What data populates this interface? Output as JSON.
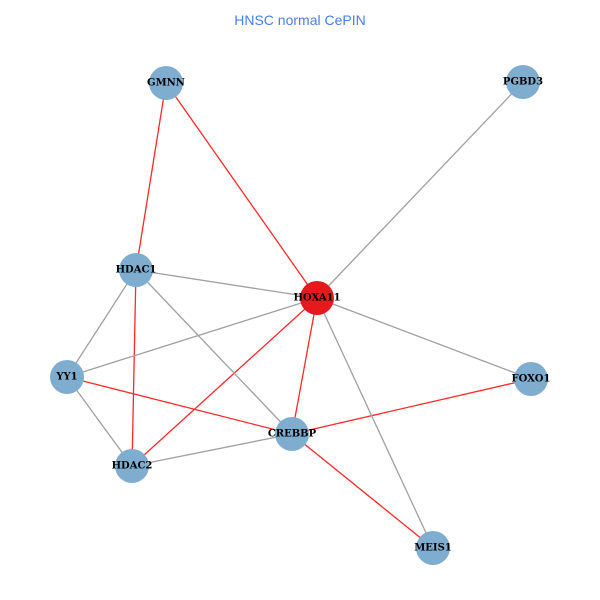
{
  "title": "HNSC normal CePIN",
  "colors": {
    "node_default": "#7fadd0",
    "node_highlight": "#e41a1c",
    "edge_red": "#ff2a2a",
    "edge_gray": "#a0a0a0",
    "title": "#4a7df0"
  },
  "nodes": [
    {
      "id": "GMNN",
      "label": "GMNN",
      "highlight": false
    },
    {
      "id": "PGBD3",
      "label": "PGBD3",
      "highlight": false
    },
    {
      "id": "HDAC1",
      "label": "HDAC1",
      "highlight": false
    },
    {
      "id": "HOXA11",
      "label": "HOXA11",
      "highlight": true
    },
    {
      "id": "YY1",
      "label": "YY1",
      "highlight": false
    },
    {
      "id": "FOXO1",
      "label": "FOXO1",
      "highlight": false
    },
    {
      "id": "CREBBP",
      "label": "CREBBP",
      "highlight": false
    },
    {
      "id": "HDAC2",
      "label": "HDAC2",
      "highlight": false
    },
    {
      "id": "MEIS1",
      "label": "MEIS1",
      "highlight": false
    }
  ],
  "edges": [
    {
      "source": "GMNN",
      "target": "HDAC1",
      "type": "red"
    },
    {
      "source": "GMNN",
      "target": "HOXA11",
      "type": "red"
    },
    {
      "source": "HDAC1",
      "target": "HDAC2",
      "type": "red"
    },
    {
      "source": "HOXA11",
      "target": "HDAC2",
      "type": "red"
    },
    {
      "source": "HOXA11",
      "target": "CREBBP",
      "type": "red"
    },
    {
      "source": "YY1",
      "target": "CREBBP",
      "type": "red"
    },
    {
      "source": "CREBBP",
      "target": "FOXO1",
      "type": "red"
    },
    {
      "source": "CREBBP",
      "target": "MEIS1",
      "type": "red"
    },
    {
      "source": "PGBD3",
      "target": "HOXA11",
      "type": "gray"
    },
    {
      "source": "HDAC1",
      "target": "HOXA11",
      "type": "gray"
    },
    {
      "source": "HDAC1",
      "target": "YY1",
      "type": "gray"
    },
    {
      "source": "HDAC1",
      "target": "CREBBP",
      "type": "gray"
    },
    {
      "source": "YY1",
      "target": "HOXA11",
      "type": "gray"
    },
    {
      "source": "YY1",
      "target": "HDAC2",
      "type": "gray"
    },
    {
      "source": "HDAC2",
      "target": "CREBBP",
      "type": "gray"
    },
    {
      "source": "HOXA11",
      "target": "FOXO1",
      "type": "gray"
    },
    {
      "source": "HOXA11",
      "target": "MEIS1",
      "type": "gray"
    }
  ]
}
